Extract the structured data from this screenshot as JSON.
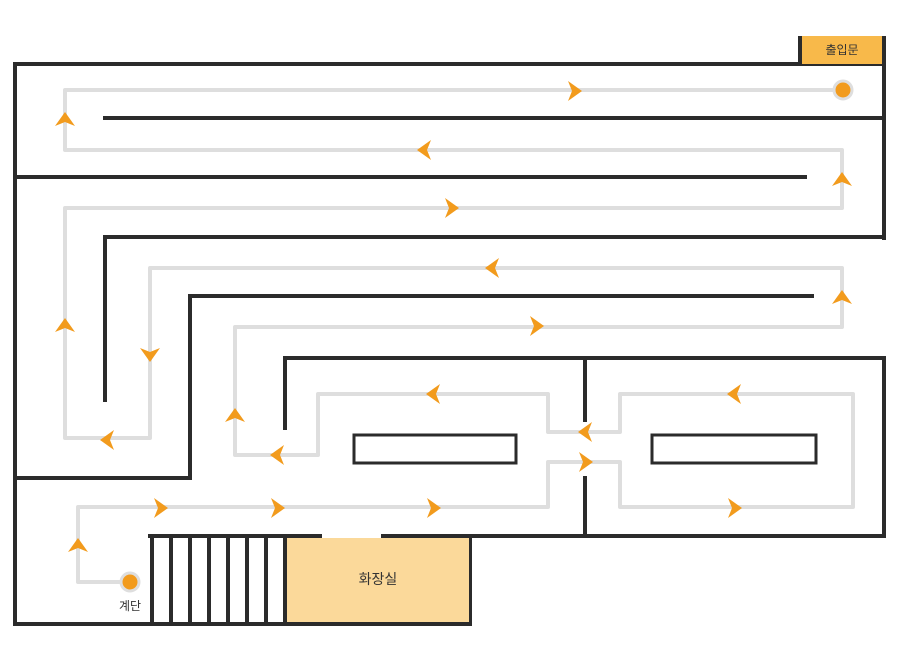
{
  "labels": {
    "entrance": "출입문",
    "restroom": "화장실",
    "stairs": "계단"
  },
  "colors": {
    "wall": "#2b2b2b",
    "route": "#dedede",
    "arrow": "#f29b1d",
    "marker": "#f29b1d",
    "room_fill": "#fbd99a",
    "entrance_fill": "#f8b94a"
  },
  "icons": {
    "direction": "chevron-arrow-icon",
    "endpoint": "circle-marker-icon"
  }
}
